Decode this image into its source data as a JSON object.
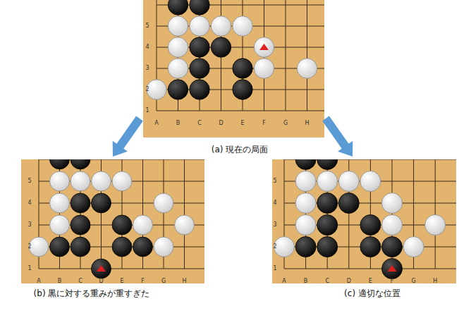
{
  "diagram": {
    "labels": [
      "A",
      "B",
      "C",
      "D",
      "E",
      "F",
      "G",
      "H",
      "5",
      "4",
      "3",
      "2",
      "1",
      "(a) 現在の局面",
      "A",
      "B",
      "C",
      "D",
      "E",
      "F",
      "G",
      "H",
      "5",
      "4",
      "3",
      "2",
      "1",
      "(b) 黒に対する重みが重すぎた",
      "A",
      "B",
      "C",
      "D",
      "E",
      "F",
      "G",
      "H",
      "5",
      "4",
      "3",
      "2",
      "1",
      "(c) 適切な位置"
    ]
  }
}
